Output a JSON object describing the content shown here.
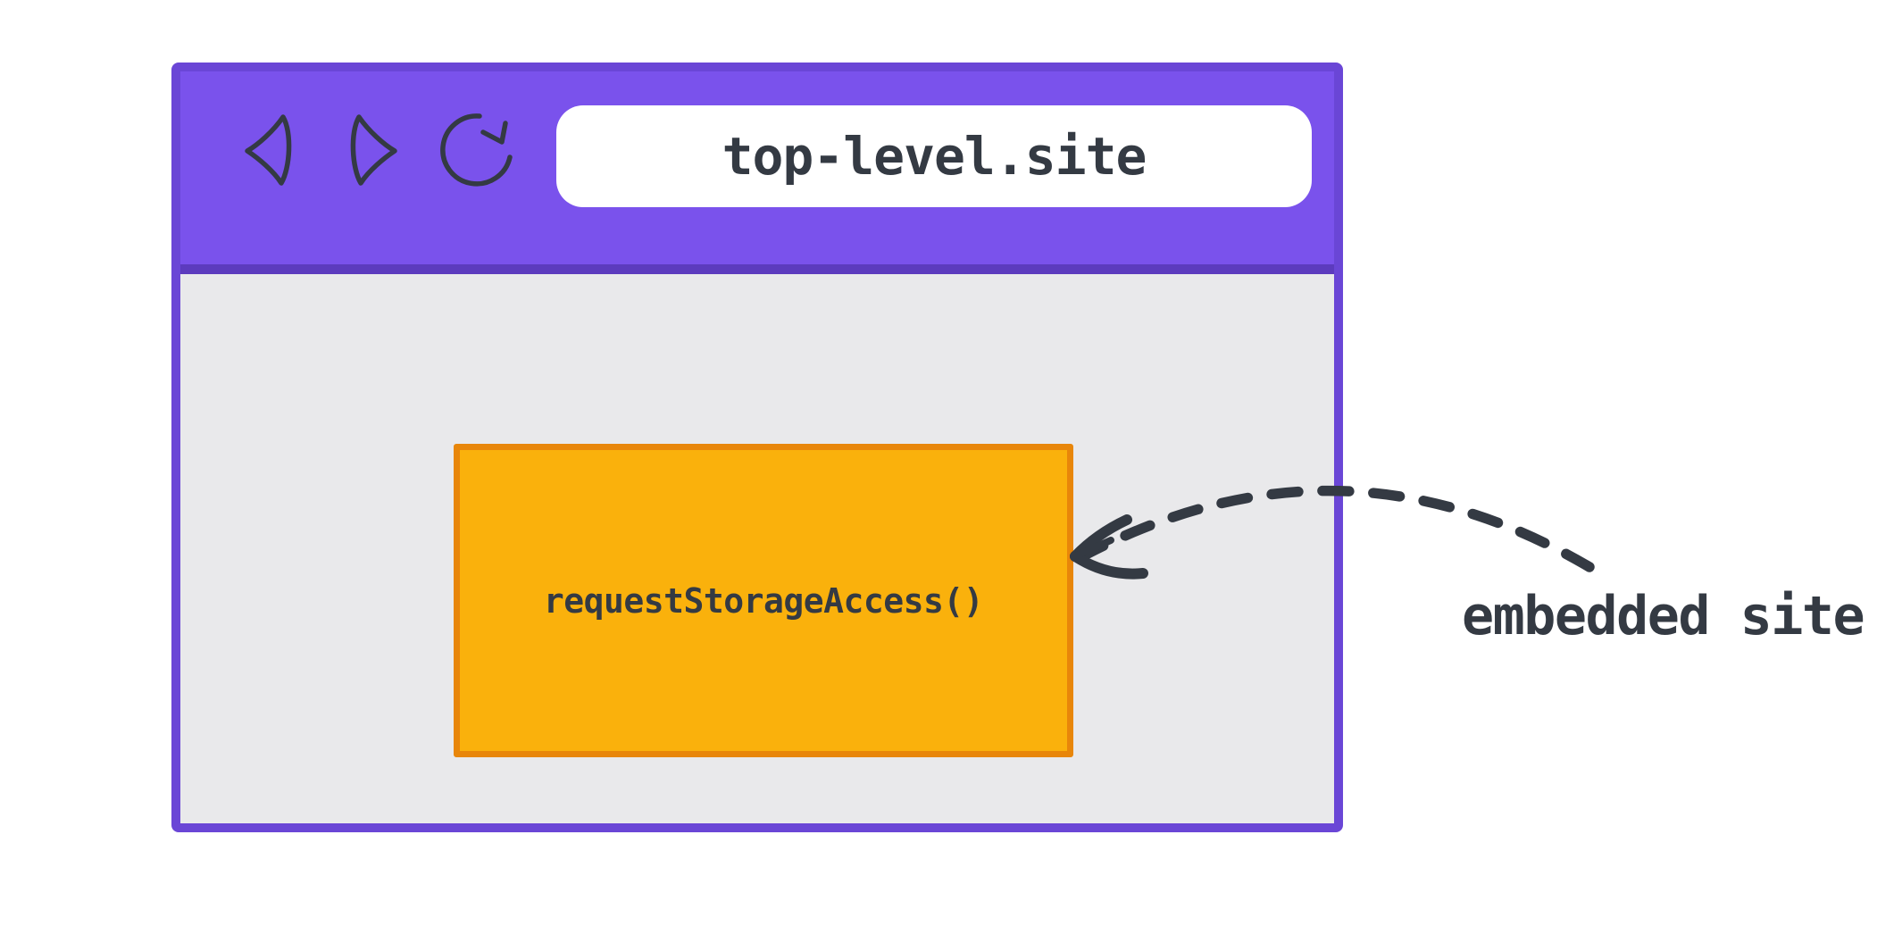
{
  "colors": {
    "toolbar-purple": "#7A52EC",
    "window-border-purple": "#6A46D6",
    "toolbar-divider-purple": "#5C3BBE",
    "page-gray": "#E9E9EB",
    "frame-orange": "#FAB10C",
    "frame-border-orange": "#E8860A",
    "ink": "#343A43",
    "page-background": "#FFFFFF",
    "address-bar-background": "#FFFFFF"
  },
  "browser_window": {
    "toolbar": {
      "icons": [
        "back-arrow-icon",
        "forward-arrow-icon",
        "reload-icon"
      ],
      "address_bar": {
        "url": "top-level.site"
      }
    },
    "content": {
      "embedded_frame": {
        "api_call_label": "requestStorageAccess()"
      }
    }
  },
  "annotation": {
    "label": "embedded site",
    "arrow_icon": "dashed-curved-arrow"
  }
}
